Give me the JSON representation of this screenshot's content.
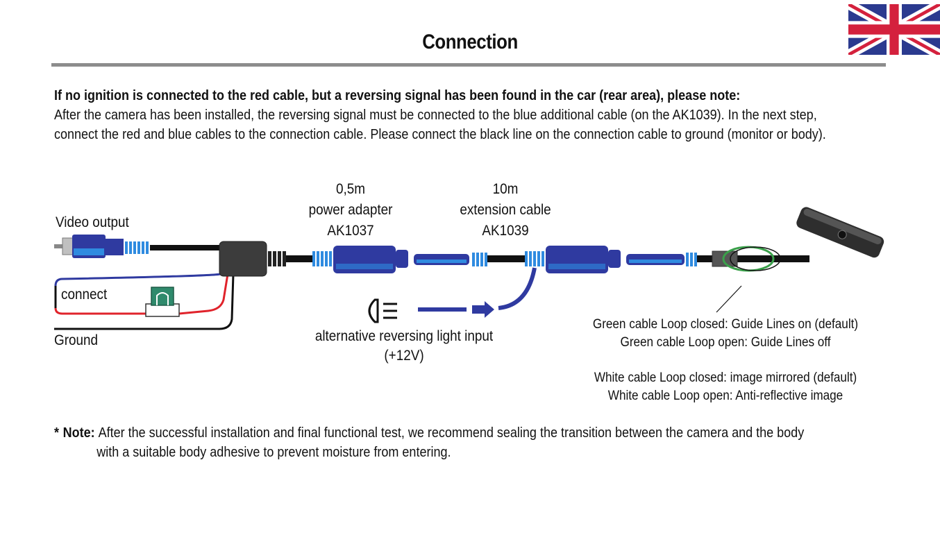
{
  "header": {
    "title": "Connection"
  },
  "intro": {
    "heading": "If no ignition is connected to the red cable, but a reversing signal has been found in the car (rear area), please note:",
    "body": "After the camera has been installed, the reversing signal must be connected to the blue additional cable (on the AK1039). In the next step, connect the red and blue cables to the connection cable. Please connect the black line on the connection cable to ground (monitor or body)."
  },
  "diagram": {
    "video_output": "Video output",
    "connect": "connect",
    "ground": "Ground",
    "power_adapter": {
      "length": "0,5m",
      "name": "power adapter",
      "model": "AK1037"
    },
    "extension_cable": {
      "length": "10m",
      "name": "extension cable",
      "model": "AK1039"
    },
    "reversing_input": {
      "line1": "alternative reversing light input",
      "line2": "(+12V)"
    },
    "green_loop": {
      "closed": "Green cable Loop closed: Guide Lines on (default)",
      "open": "Green cable Loop open: Guide Lines off"
    },
    "white_loop": {
      "closed": "White cable Loop closed: image mirrored (default)",
      "open": "White cable Loop open: Anti-reflective image"
    },
    "colors": {
      "blue": "#2f3aa0",
      "blue_light": "#2f8be0",
      "red": "#e0232b",
      "green": "#3aa04a",
      "black": "#111111"
    },
    "icons": [
      "uk-flag-icon",
      "headlight-icon",
      "fuse-icon",
      "camera-icon",
      "rca-plug-icon"
    ]
  },
  "footnote": {
    "star": "*",
    "label": "Note:",
    "text": "After the successful installation and final functional test, we recommend sealing the transition between the camera and the body with a suitable body adhesive to prevent moisture from entering."
  }
}
